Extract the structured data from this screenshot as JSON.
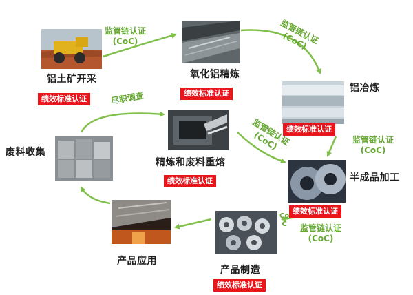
{
  "stages": {
    "mining": {
      "label": "铝土矿开采",
      "badge": "绩效标准认证"
    },
    "alumina": {
      "label": "氧化铝精炼",
      "badge": "绩效标准认证"
    },
    "smelting": {
      "label": "铝冶炼",
      "badge": "绩效标准认证"
    },
    "semi": {
      "label": "半成品加工",
      "badge": "绩效标准认证"
    },
    "manufacturing": {
      "label": "产品制造",
      "badge": "绩效标准认证"
    },
    "application": {
      "label": "产品应用"
    },
    "scrap": {
      "label": "废料收集"
    },
    "remelting": {
      "label": "精炼和废料重熔",
      "badge": "绩效标准认证"
    }
  },
  "flows": {
    "coc1": {
      "line1": "监管链认证",
      "line2": "(CoC)"
    },
    "coc2": {
      "line1": "监管链认证",
      "line2": "(CoC)"
    },
    "coc3": {
      "line1": "监管链认证",
      "line2": "(CoC)"
    },
    "coc4": {
      "line1": "监管链认证",
      "line2": "(CoC)"
    },
    "coc5": {
      "line1": "监管链认证",
      "line2": "(CoC)"
    },
    "due_diligence": {
      "text": "尽职调查"
    },
    "coc_fragment": {
      "line1": "Co",
      "line2": "C"
    }
  },
  "colors": {
    "arrow": "#7fbf4a",
    "flow_text": "#66a832",
    "badge": "#e8151b"
  }
}
